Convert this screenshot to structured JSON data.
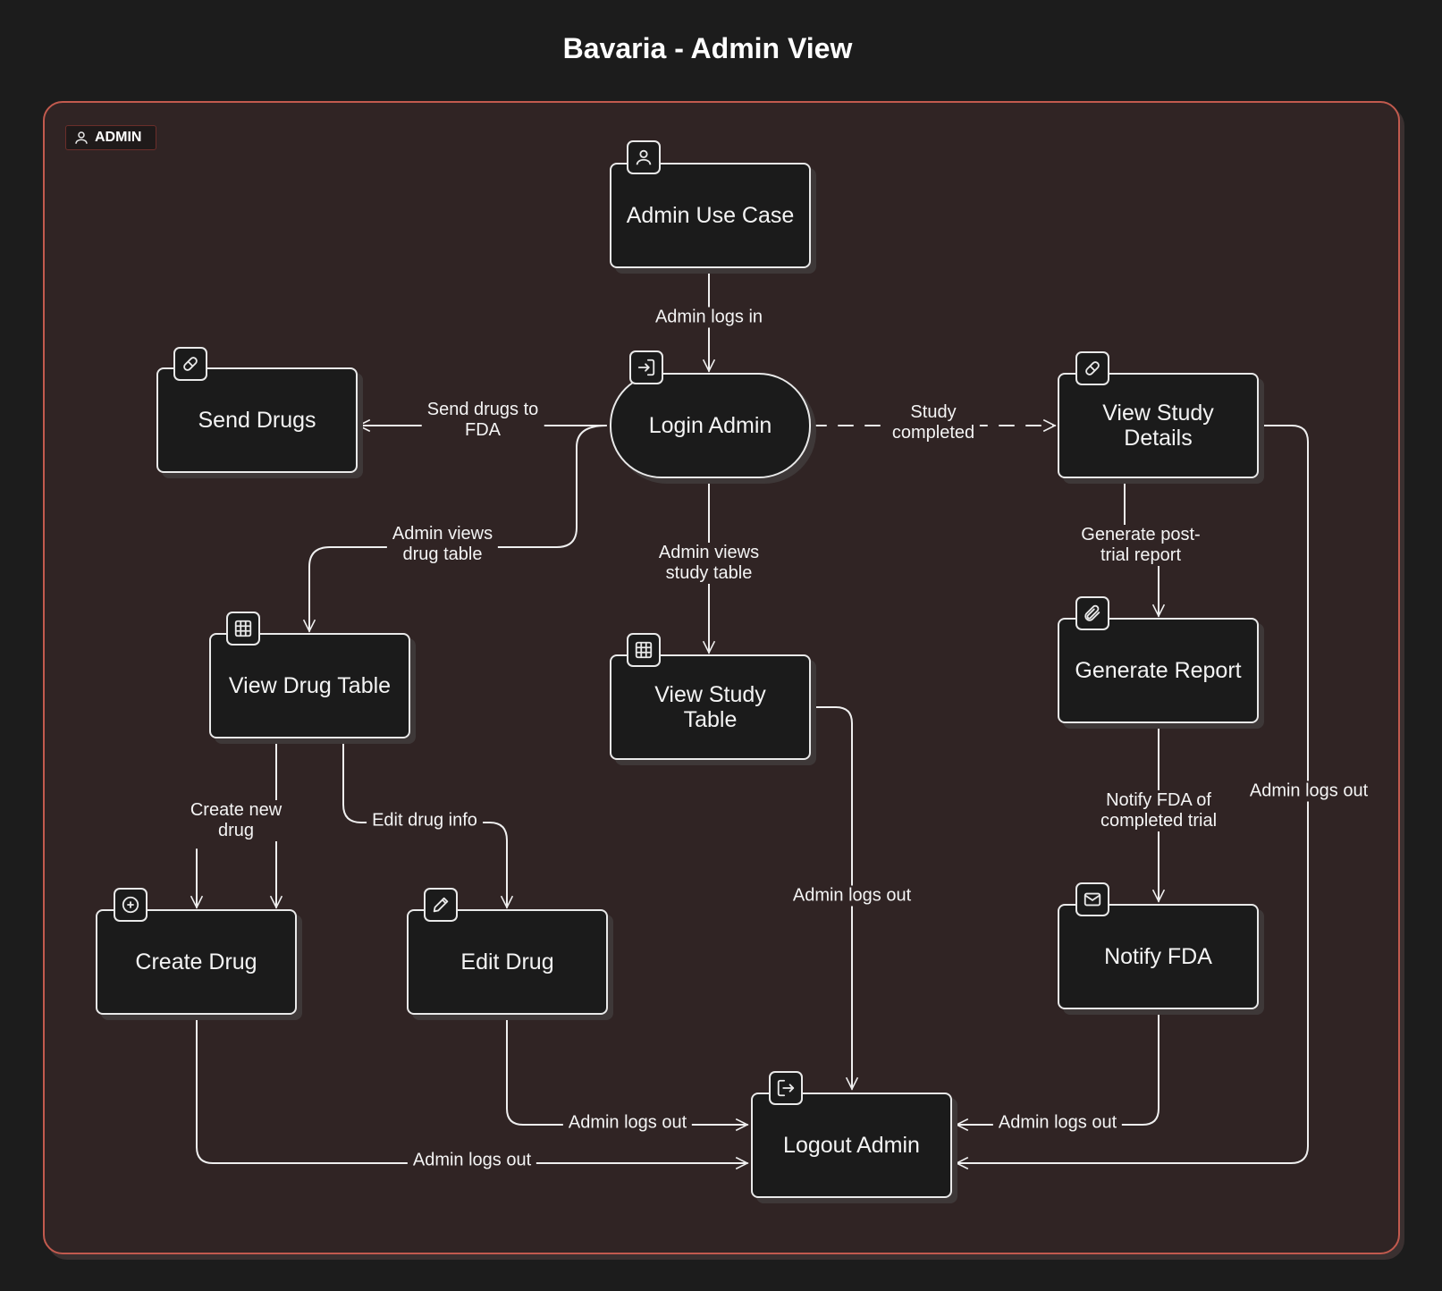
{
  "title": "Bavaria - Admin View",
  "swimlane": {
    "label": "ADMIN",
    "icon": "user-icon"
  },
  "nodes": {
    "admin_use_case": {
      "label": "Admin Use Case",
      "icon": "user-icon"
    },
    "login_admin": {
      "label": "Login Admin",
      "icon": "sign-in-icon"
    },
    "send_drugs": {
      "label": "Send Drugs",
      "icon": "pill-icon"
    },
    "view_study_details": {
      "label": "View Study Details",
      "icon": "pill-icon"
    },
    "view_drug_table": {
      "label": "View Drug Table",
      "icon": "table-icon"
    },
    "view_study_table": {
      "label": "View Study Table",
      "icon": "table-icon"
    },
    "generate_report": {
      "label": "Generate Report",
      "icon": "paperclip-icon"
    },
    "create_drug": {
      "label": "Create Drug",
      "icon": "plus-circle-icon"
    },
    "edit_drug": {
      "label": "Edit Drug",
      "icon": "pencil-icon"
    },
    "notify_fda": {
      "label": "Notify FDA",
      "icon": "mail-icon"
    },
    "logout_admin": {
      "label": "Logout Admin",
      "icon": "sign-out-icon"
    }
  },
  "edges": {
    "admin_logs_in": "Admin logs in",
    "send_drugs_to_fda": "Send drugs to\nFDA",
    "study_completed": "Study\ncompleted",
    "admin_views_drug_table": "Admin views\ndrug table",
    "admin_views_study_table": "Admin views\nstudy table",
    "generate_post_trial_report": "Generate post-\ntrial report",
    "create_new_drug": "Create new\ndrug",
    "edit_drug_info": "Edit drug info",
    "notify_fda_of_completed_trial": "Notify FDA of\ncompleted trial",
    "logout_from_details": "Admin logs out",
    "logout_from_study_table": "Admin logs out",
    "logout_from_edit_drug": "Admin logs out",
    "logout_from_create_drug": "Admin logs out",
    "logout_from_notify_fda": "Admin logs out"
  }
}
